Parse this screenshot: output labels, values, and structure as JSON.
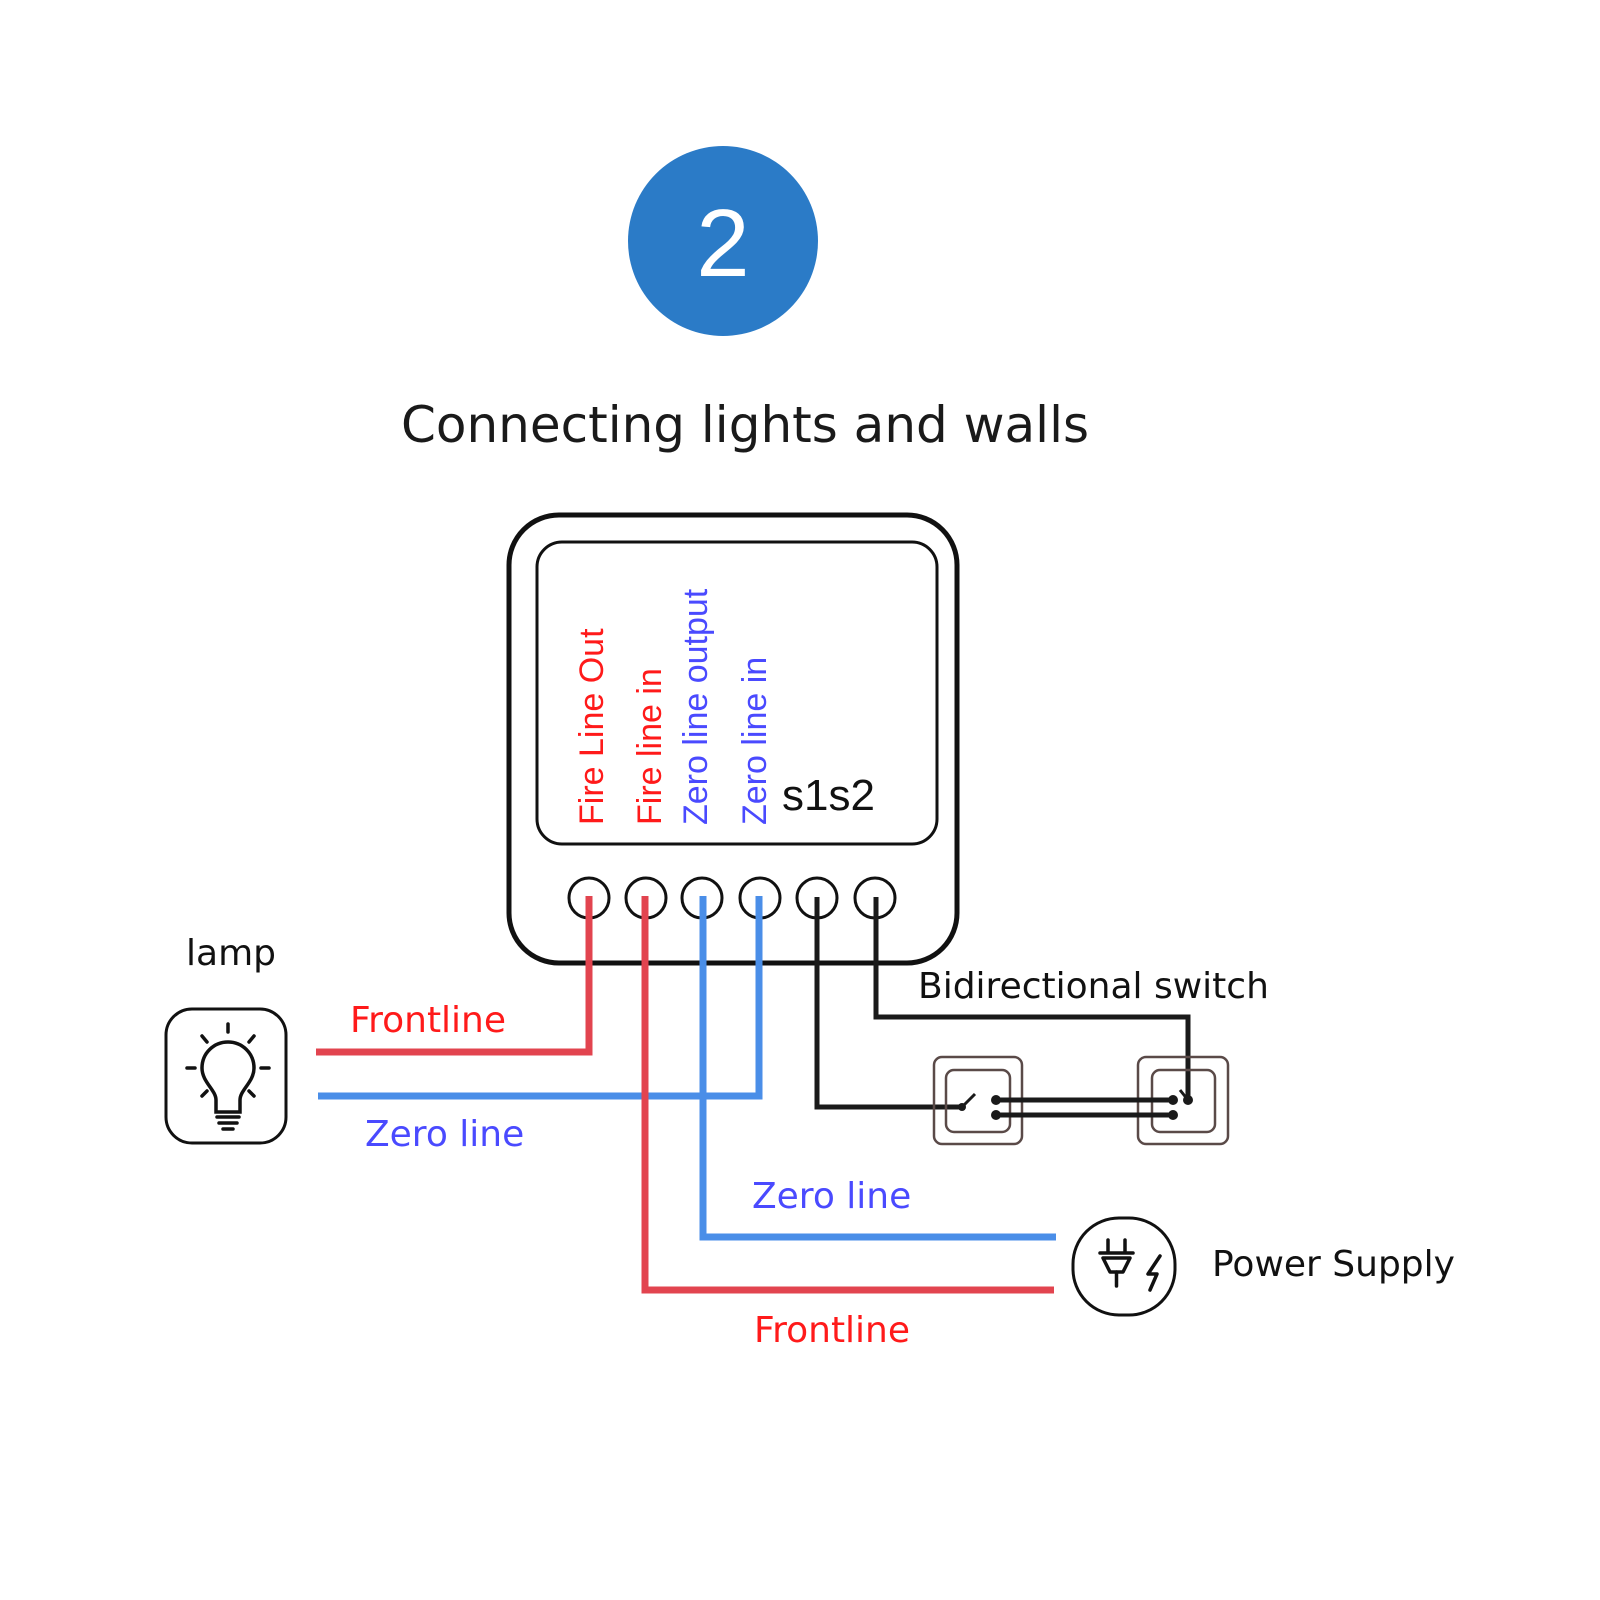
{
  "step": {
    "number": "2",
    "color": "#2b7bc7"
  },
  "title": "Connecting lights and walls",
  "module": {
    "terminals": [
      {
        "label": "Fire Line Out",
        "color": "#ff1a1a"
      },
      {
        "label": "Fire line in",
        "color": "#ff1a1a"
      },
      {
        "label": "Zero line output",
        "color": "#4a4aff"
      },
      {
        "label": "Zero line in",
        "color": "#4a4aff"
      }
    ],
    "switch_terminals": "s1s2"
  },
  "lamp": {
    "label": "lamp",
    "icon": "lightbulb-icon"
  },
  "wires": {
    "lamp_frontline": "Frontline",
    "lamp_zero": "Zero line",
    "supply_zero": "Zero line",
    "supply_frontline": "Frontline"
  },
  "switch": {
    "label": "Bidirectional switch"
  },
  "power_supply": {
    "label": "Power Supply",
    "icon": "plug-icon"
  },
  "colors": {
    "fire": "#ff1a1a",
    "zero": "#4a4aff",
    "fire_wire": "#e2444f",
    "zero_wire": "#4a8ee8"
  }
}
